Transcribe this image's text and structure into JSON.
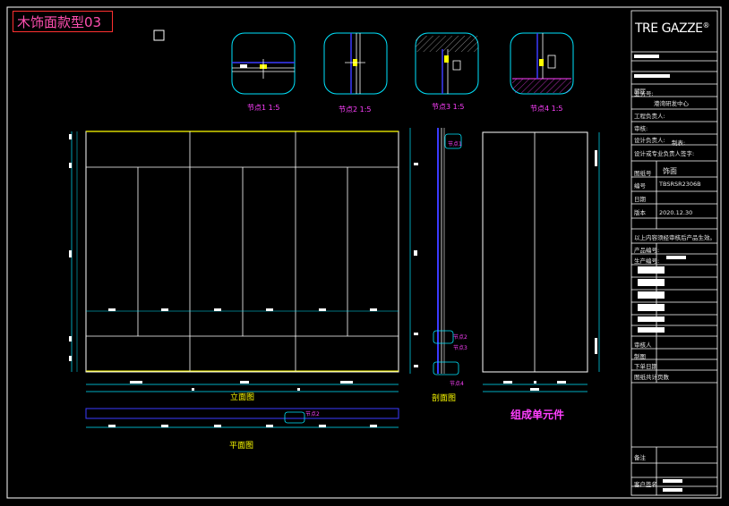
{
  "drawing": {
    "title": "木饰面款型03",
    "views": {
      "elevation": "立面图",
      "section": "剖面图",
      "plan": "平面图",
      "unit": "组成单元件"
    },
    "nodes": [
      "节点1 1:5",
      "节点2 1:5",
      "节点3 1:5",
      "节点4 1:5"
    ],
    "section_callouts": [
      "节点1",
      "节点2",
      "节点3",
      "节点4"
    ],
    "plan_callout": "节点2"
  },
  "title_block": {
    "brand": "TRE GAZZE",
    "brand_mark": "®",
    "rows": [
      {
        "label": "厨厅"
      },
      {
        "label": "业务号:",
        "value": "港湾研发中心"
      },
      {
        "label": "工程负责人:"
      },
      {
        "label": "审核:"
      },
      {
        "label": "设计负责人:"
      },
      {
        "label": "制表:"
      },
      {
        "label": "设计或专业负责人签字:"
      },
      {
        "label": "图纸号",
        "value": "饰面"
      },
      {
        "label": "编号",
        "value": "TBSRSR2306B"
      },
      {
        "label": "日期"
      },
      {
        "label": "版本",
        "value": "2020.12.30"
      },
      {
        "label": "以上内容须经审核后产品生效。"
      },
      {
        "label": "产品编号:"
      },
      {
        "label": "生产编号:"
      },
      {
        "label": "审核人"
      },
      {
        "label": "制图"
      },
      {
        "label": "下单日期"
      },
      {
        "label": "图纸共计页数"
      },
      {
        "label": "备注"
      },
      {
        "label": "客户签名"
      }
    ]
  },
  "colors": {
    "background": "#000000",
    "frame": "#ffffff",
    "outline": "#ffffff",
    "top_edge": "#ffff00",
    "cyan_dim": "#00e5ff",
    "magenta_text": "#ff40ff",
    "yellow_text": "#ffff00",
    "blue_line": "#3b3bff",
    "title_red": "#ff3030"
  }
}
